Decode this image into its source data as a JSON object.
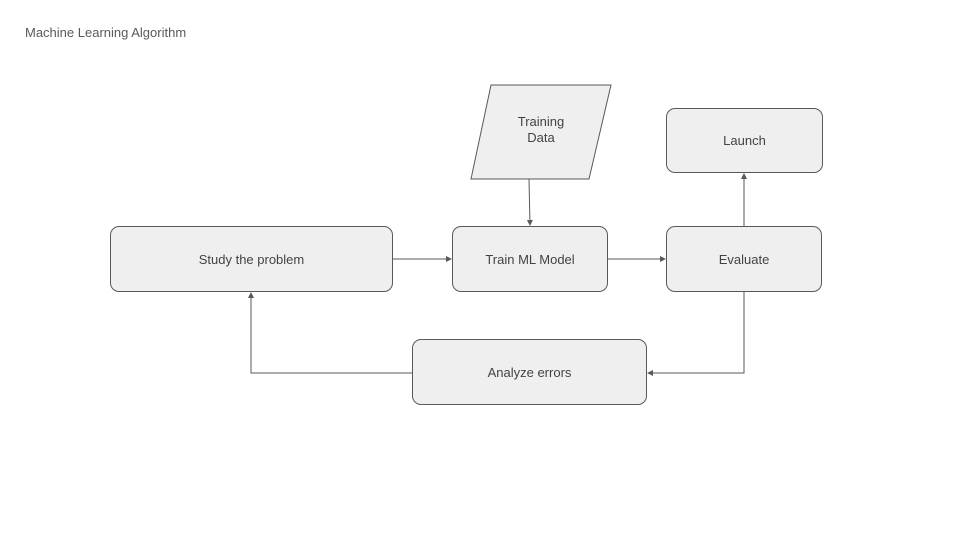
{
  "diagram": {
    "title": "Machine Learning Algorithm",
    "nodes": {
      "study": "Study the problem",
      "train": "Train ML Model",
      "evaluate": "Evaluate",
      "launch": "Launch",
      "analyze": "Analyze errors",
      "data": "Training\nData"
    },
    "colors": {
      "node_fill": "#efefef",
      "stroke": "#595959",
      "text": "#434343"
    }
  }
}
